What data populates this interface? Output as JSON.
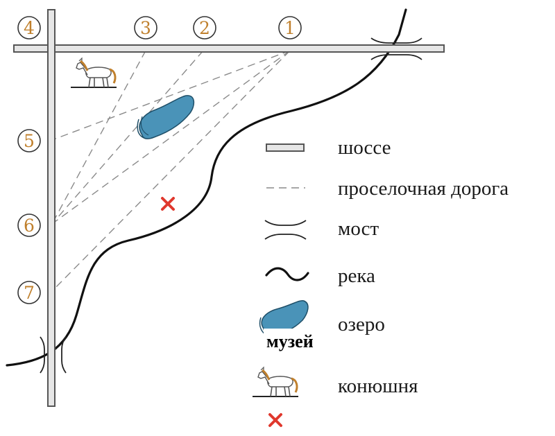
{
  "map": {
    "markers": [
      {
        "id": "1",
        "label": "1"
      },
      {
        "id": "2",
        "label": "2"
      },
      {
        "id": "3",
        "label": "3"
      },
      {
        "id": "4",
        "label": "4"
      },
      {
        "id": "5",
        "label": "5"
      },
      {
        "id": "6",
        "label": "6"
      },
      {
        "id": "7",
        "label": "7"
      }
    ]
  },
  "legend": {
    "highway": "шоссе",
    "dirt_road": "проселочная дорога",
    "bridge": "мост",
    "river": "река",
    "lake": "озеро",
    "stable": "конюшня",
    "museum_overlay": "музей"
  },
  "colors": {
    "marker_text": "#c0802d",
    "lake": "#4a93b8",
    "museum_cross": "#e0382d",
    "road": "#777777",
    "river": "#111111"
  }
}
